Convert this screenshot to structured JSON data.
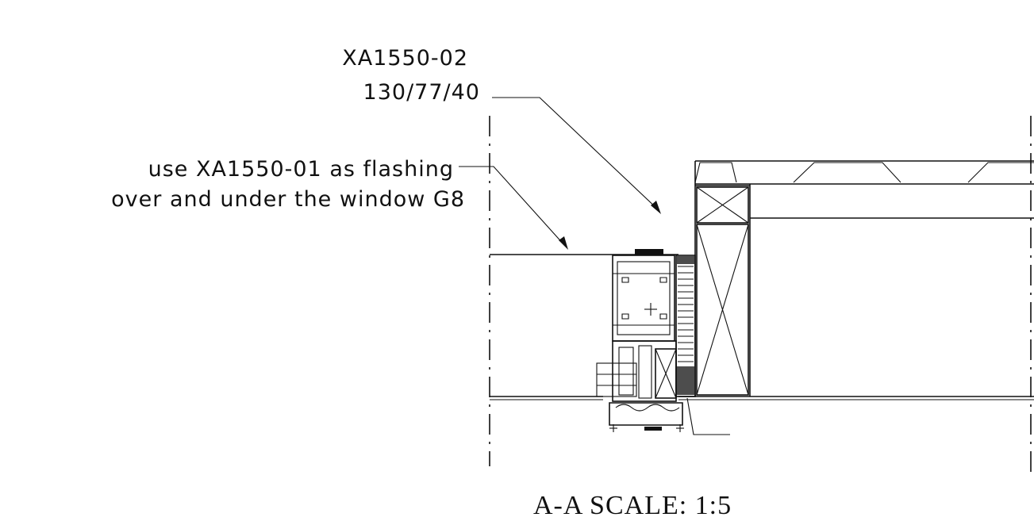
{
  "labels": {
    "profile_code": "XA1550-02",
    "profile_dims": "130/77/40",
    "flashing_line1": "use XA1550-01 as flashing",
    "flashing_line2": "over and under the window G8",
    "section_caption": "A-A SCALE: 1:5"
  },
  "colors": {
    "line": "#111111",
    "background": "#ffffff"
  }
}
